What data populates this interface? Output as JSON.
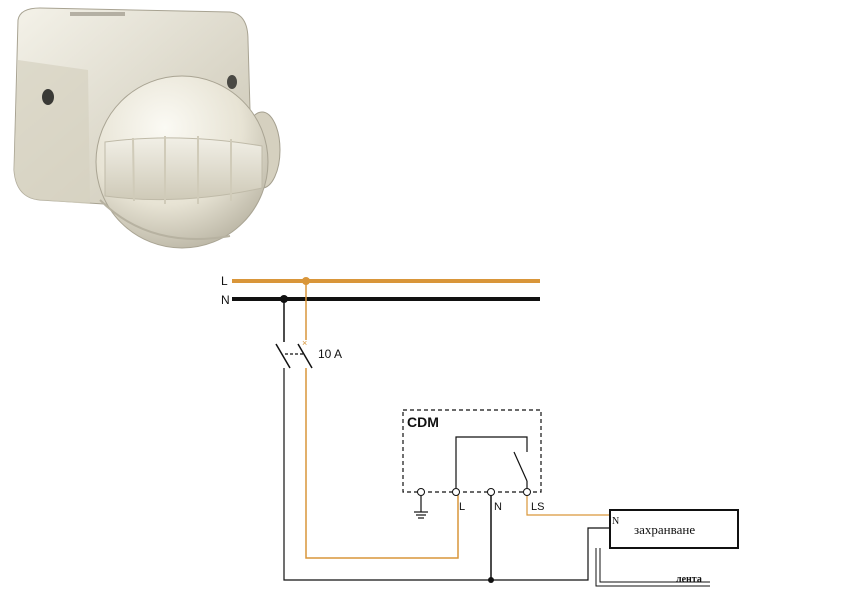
{
  "diagram": {
    "labels": {
      "line": "L",
      "neutral": "N",
      "breaker_rating": "10 A",
      "device_name": "CDM",
      "term_l": "L",
      "term_n": "N",
      "term_ls": "LS",
      "psu_n": "N",
      "psu_label": "захранване",
      "strip_label": "лента"
    },
    "colors": {
      "live_wire": "#d9963a",
      "neutral_wire": "#111111",
      "sensor_body": "#e8e4d6"
    },
    "icons": {
      "sensor": "motion-sensor-photo",
      "ground": "ground-symbol",
      "breaker": "circuit-breaker-symbol",
      "relay": "relay-contact-symbol"
    }
  }
}
